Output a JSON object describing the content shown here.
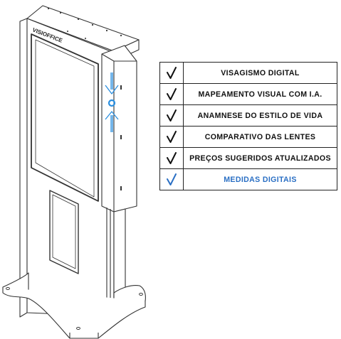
{
  "brand": {
    "logo_text": "VISIOFFICE"
  },
  "accent_color": "#2a6fc4",
  "features": [
    {
      "label": "VISAGISMO DIGITAL",
      "icon": "check-icon",
      "highlight": false
    },
    {
      "label": "MAPEAMENTO VISUAL COM I.A.",
      "icon": "check-icon",
      "highlight": false
    },
    {
      "label": "ANAMNESE DO ESTILO DE VIDA",
      "icon": "check-icon",
      "highlight": false
    },
    {
      "label": "COMPARATIVO DAS LENTES",
      "icon": "check-icon",
      "highlight": false
    },
    {
      "label": "PREÇOS SUGERIDOS ATUALIZADOS",
      "icon": "check-icon",
      "highlight": false
    },
    {
      "label": "MEDIDAS DIGITAIS",
      "icon": "check-icon",
      "highlight": true
    }
  ]
}
